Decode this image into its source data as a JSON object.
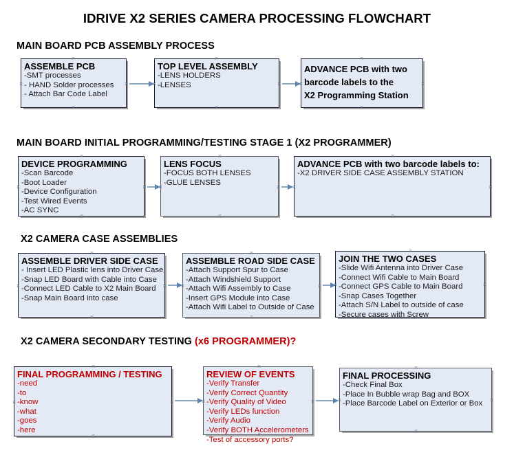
{
  "document": {
    "title": "IDRIVE X2  SERIES CAMERA PROCESSING FLOWCHART"
  },
  "sections": [
    {
      "id": "main-board-pcb-assembly-process",
      "title": "MAIN BOARD PCB ASSEMBLY PROCESS",
      "title_accent": ""
    },
    {
      "id": "main-board-initial-programming",
      "title": "MAIN BOARD INITIAL PROGRAMMING/TESTING STAGE 1 (X2 PROGRAMMER)",
      "title_accent": ""
    },
    {
      "id": "x2-camera-case-assemblies",
      "title": "X2 CAMERA CASE ASSEMBLIES",
      "title_accent": ""
    },
    {
      "id": "x2-camera-secondary-testing",
      "title": "X2 CAMERA SECONDARY TESTING ",
      "title_accent": "(x6 PROGRAMMER)?"
    }
  ],
  "boxes": {
    "assemble_pcb": {
      "heading": "ASSEMBLE PCB",
      "lines": [
        "-SMT processes",
        "- HAND Solder processes",
        "- Attach Bar Code Label"
      ]
    },
    "top_level_assembly": {
      "heading": "TOP LEVEL ASSEMBLY",
      "lines": [
        "-LENS HOLDERS",
        "-LENSES"
      ]
    },
    "advance_pcb_1": {
      "heading_lines": [
        "ADVANCE PCB with two",
        "barcode labels to the",
        " X2 Programming Station"
      ],
      "lines": []
    },
    "device_programming": {
      "heading": "DEVICE PROGRAMMING",
      "lines": [
        "-Scan Barcode",
        "-Boot Loader",
        "-Device Configuration",
        "-Test Wired Events",
        "-AC SYNC"
      ]
    },
    "lens_focus": {
      "heading": "LENS FOCUS",
      "lines": [
        "-FOCUS BOTH LENSES",
        "-GLUE LENSES"
      ]
    },
    "advance_pcb_2": {
      "heading": "ADVANCE PCB with two barcode labels to:",
      "lines": [
        "-X2 DRIVER  SIDE  CASE  ASSEMBLY STATION"
      ]
    },
    "assemble_driver_side_case": {
      "heading": "ASSEMBLE DRIVER SIDE CASE",
      "lines": [
        "- Insert LED Plastic lens into Driver Case",
        "-Snap LED Board with Cable into Case",
        "-Connect LED Cable to X2 Main Board",
        "-Snap Main Board into case"
      ]
    },
    "assemble_road_side_case": {
      "heading": "ASSEMBLE ROAD SIDE CASE",
      "lines": [
        "-Attach Support Spur to Case",
        "-Attach Windshield Support",
        "-Attach Wifi Assembly to Case",
        "-Insert GPS Module into Case",
        "-Attach Wifi Label to Outside of Case"
      ]
    },
    "join_the_two_cases": {
      "heading": "JOIN THE TWO CASES",
      "lines": [
        "-Slide Wifi Antenna into Driver Case",
        "-Connect Wifi Cable to Main Board",
        "-Connect GPS Cable to Main Board",
        "-Snap Cases Together",
        "-Attach S/N Label to outside of case",
        "-Secure cases with Screw"
      ]
    },
    "final_programming_testing": {
      "heading": "FINAL PROGRAMMING / TESTING",
      "lines": [
        "-need",
        "-to",
        "-know",
        "-what",
        "-goes",
        "-here"
      ]
    },
    "review_of_events": {
      "heading": "REVIEW OF EVENTS",
      "lines": [
        "-Verify Transfer",
        "-Verify Correct Quantity",
        "-Verify Quality of Video",
        "-Verify LEDs function",
        "-Verify Audio",
        "-Verify BOTH Accelerometers",
        "-Test of accessory ports?"
      ]
    },
    "final_processing": {
      "heading": "FINAL PROCESSING",
      "lines": [
        "-Check Final Box",
        "-Place In Bubble wrap Bag and BOX",
        "-Place Barcode Label on Exterior or Box"
      ]
    }
  },
  "colors": {
    "box_fill": "#e3eaf5",
    "box_border": "#1a1a2e",
    "connector": "#8ea9c4",
    "arrow": "#5b83ad",
    "accent_red": "#c00000",
    "text": "#000000"
  }
}
